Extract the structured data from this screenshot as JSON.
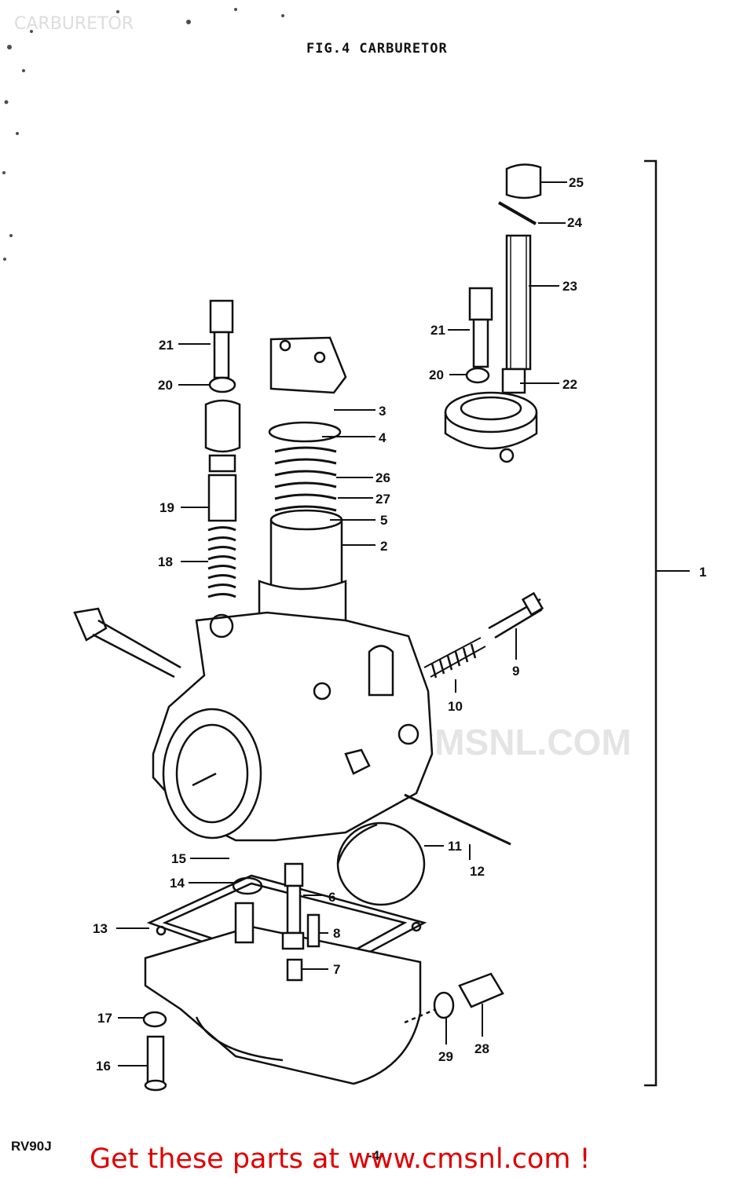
{
  "header": {
    "page_title": "CARBURETOR",
    "figure_title": "FIG.4  CARBURETOR"
  },
  "footer": {
    "model": "RV90J",
    "page_number": "-4-",
    "promo_text": "Get these parts at www.cmsnl.com !",
    "promo_color": "#e00000"
  },
  "watermark": {
    "text": "CMSNL.COM"
  },
  "callouts": [
    {
      "id": "c25",
      "text": "25"
    },
    {
      "id": "c24",
      "text": "24"
    },
    {
      "id": "c23",
      "text": "23"
    },
    {
      "id": "c21a",
      "text": "21"
    },
    {
      "id": "c20a",
      "text": "20"
    },
    {
      "id": "c22",
      "text": "22"
    },
    {
      "id": "c21b",
      "text": "21"
    },
    {
      "id": "c20b",
      "text": "20"
    },
    {
      "id": "c3",
      "text": "3"
    },
    {
      "id": "c4",
      "text": "4"
    },
    {
      "id": "c26",
      "text": "26"
    },
    {
      "id": "c27",
      "text": "27"
    },
    {
      "id": "c5",
      "text": "5"
    },
    {
      "id": "c2",
      "text": "2"
    },
    {
      "id": "c19",
      "text": "19"
    },
    {
      "id": "c18",
      "text": "18"
    },
    {
      "id": "c1",
      "text": "1"
    },
    {
      "id": "c9",
      "text": "9"
    },
    {
      "id": "c10",
      "text": "10"
    },
    {
      "id": "c11",
      "text": "11"
    },
    {
      "id": "c12",
      "text": "12"
    },
    {
      "id": "c15",
      "text": "15"
    },
    {
      "id": "c14",
      "text": "14"
    },
    {
      "id": "c6",
      "text": "6"
    },
    {
      "id": "c13",
      "text": "13"
    },
    {
      "id": "c8",
      "text": "8"
    },
    {
      "id": "c7",
      "text": "7"
    },
    {
      "id": "c17",
      "text": "17"
    },
    {
      "id": "c16",
      "text": "16"
    },
    {
      "id": "c29",
      "text": "29"
    },
    {
      "id": "c28",
      "text": "28"
    }
  ]
}
